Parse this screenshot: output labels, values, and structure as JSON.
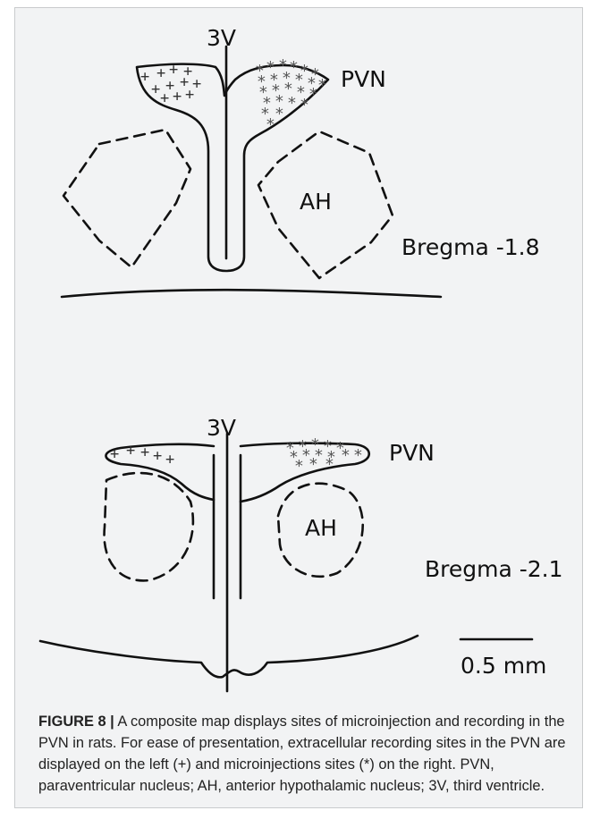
{
  "figure": {
    "top_section": {
      "ventricle_label": "3V",
      "nucleus_label": "PVN",
      "region_label": "AH",
      "bregma_label": "Bregma -1.8",
      "recording_marker": "+",
      "injection_marker": "*"
    },
    "bottom_section": {
      "ventricle_label": "3V",
      "nucleus_label": "PVN",
      "region_label": "AH",
      "bregma_label": "Bregma -2.1",
      "recording_marker": "+",
      "injection_marker": "*"
    },
    "scale_bar_label": "0.5 mm",
    "colors": {
      "panel_background": "#f2f3f4",
      "line": "#111111"
    }
  },
  "caption": {
    "label": "FIGURE 8 |",
    "text": " A composite map displays sites of microinjection and recording in the PVN in rats. For ease of presentation, extracellular recording sites in the PVN are displayed on the left (+) and microinjections sites (*) on the right. PVN, paraventricular nucleus; AH, anterior hypothalamic nucleus; 3V, third ventricle."
  }
}
